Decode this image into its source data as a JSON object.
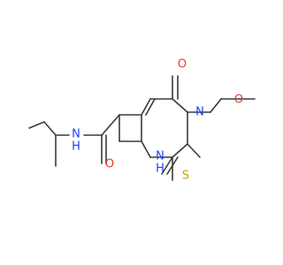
{
  "molecule": {
    "colors": {
      "bond": "#3a3a3a",
      "oxygen": "#e53935",
      "nitrogen": "#1e3fff",
      "sulfur": "#c9a800"
    },
    "labels": {
      "carbonyl_oxygen_ring": "O",
      "methoxy_oxygen": "O",
      "amide_oxygen": "O",
      "ring_nitrogen_n3": "N",
      "ring_nitrogen_n1": "N",
      "ring_nh_hydrogen": "H",
      "amide_nitrogen": "N",
      "amide_nh_hydrogen": "H",
      "thione_sulfur": "S"
    }
  }
}
